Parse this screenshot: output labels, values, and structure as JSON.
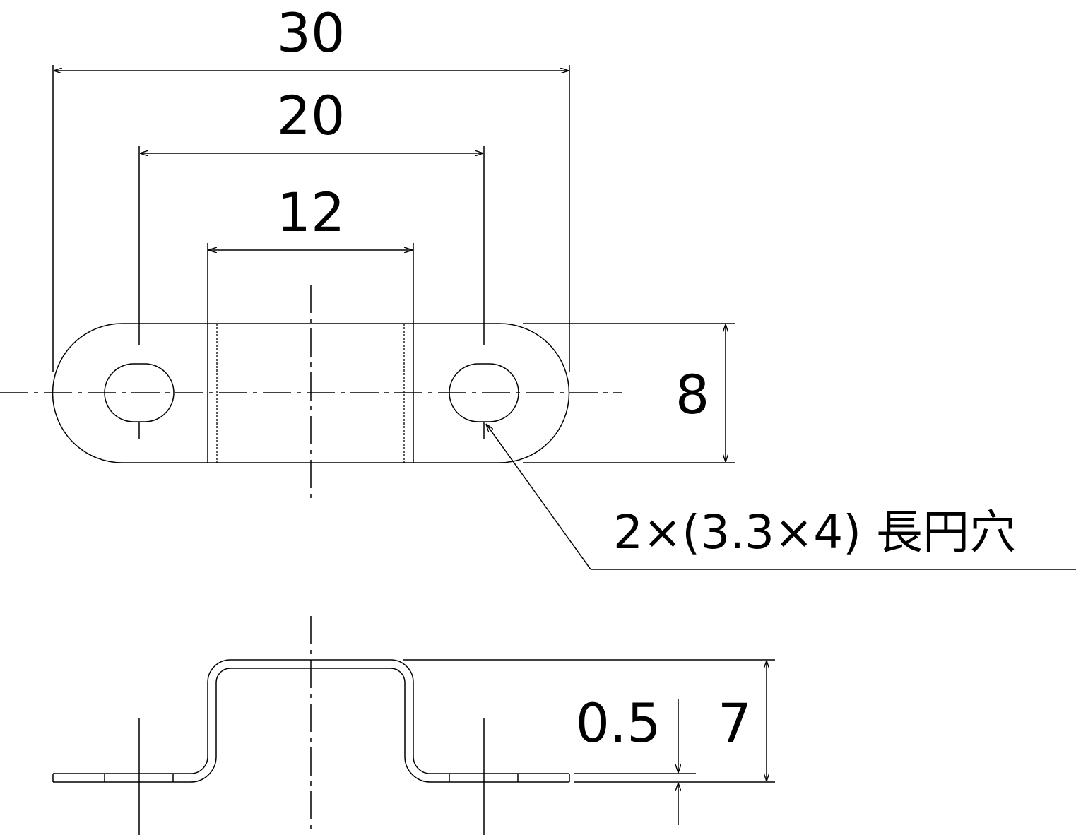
{
  "dimensions": {
    "overall_length": "30",
    "hole_pitch": "20",
    "bridge_width": "12",
    "width": "8",
    "height": "7",
    "thickness": "0.5"
  },
  "note": "2×(3.3×4) 長円穴"
}
